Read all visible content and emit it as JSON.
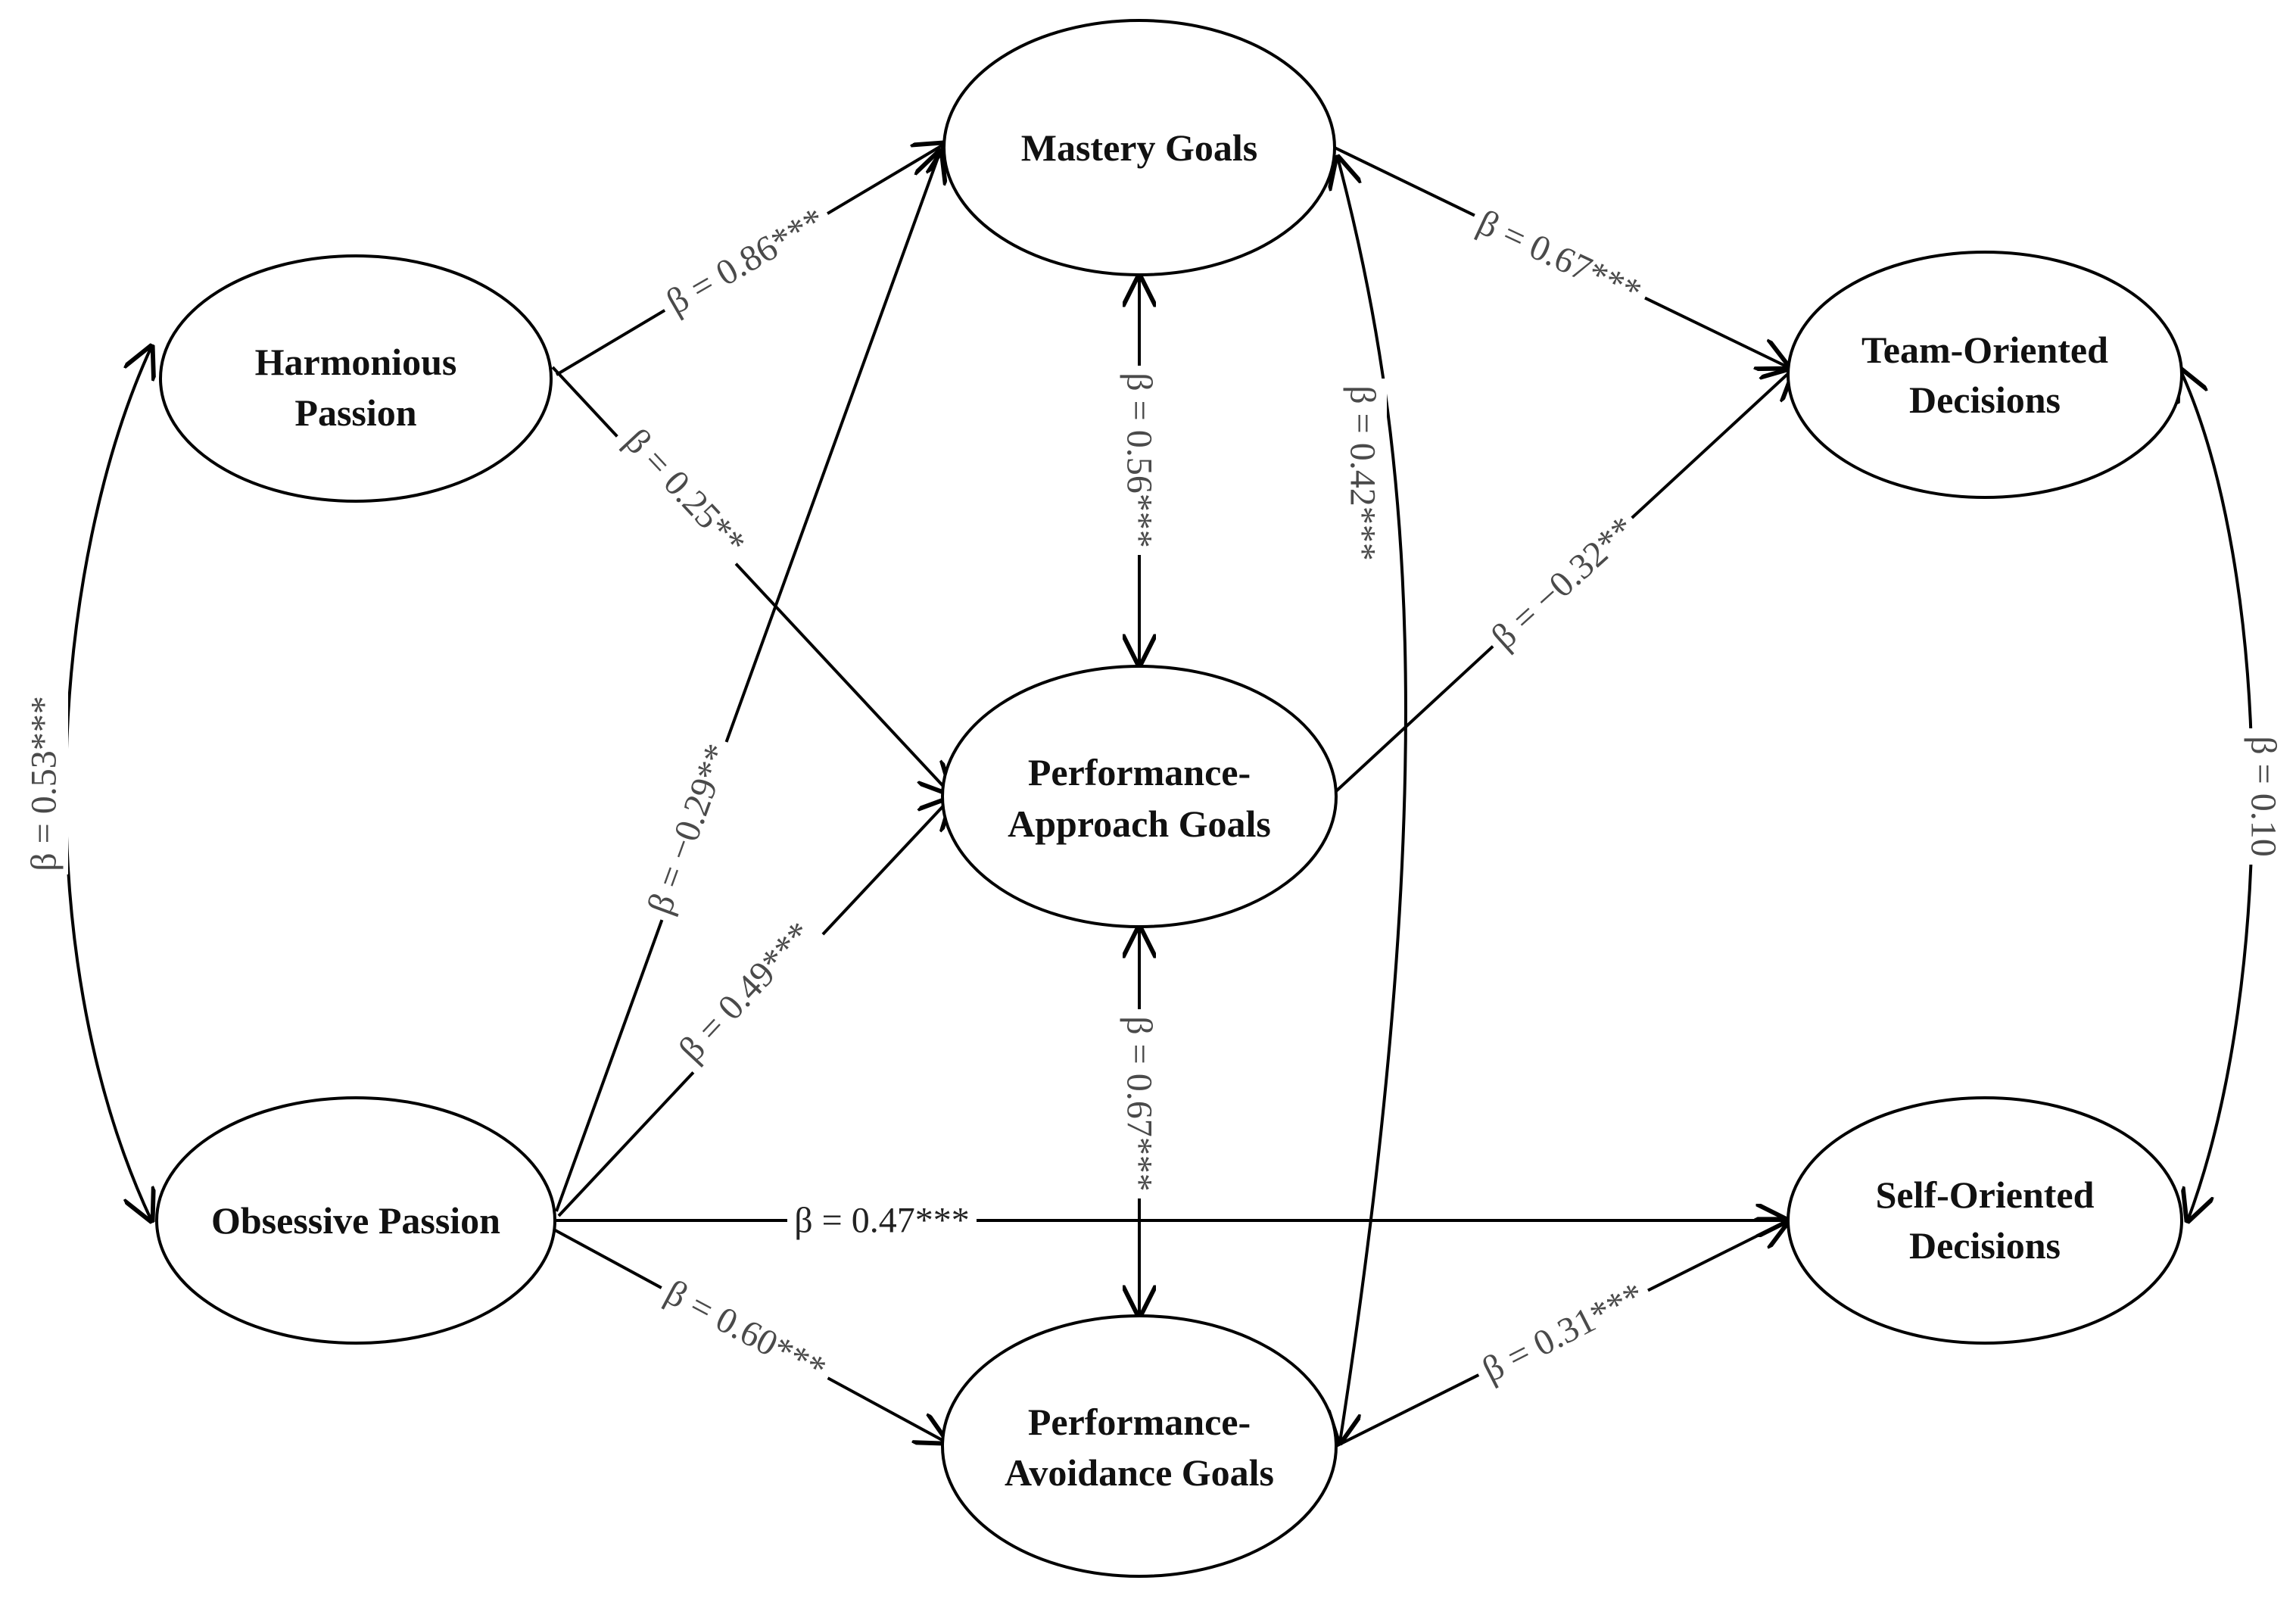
{
  "colors": {
    "node_stroke": "#000000",
    "node_fill": "#ffffff",
    "edge_stroke": "#000000",
    "label_text": "#4a4a4a",
    "label_text_horizontal": "#222222"
  },
  "nodes": {
    "harmonious_passion": {
      "line1": "Harmonious",
      "line2": "Passion"
    },
    "obsessive_passion": {
      "line1": "Obsessive Passion"
    },
    "mastery_goals": {
      "line1": "Mastery Goals"
    },
    "performance_approach_goals": {
      "line1": "Performance-",
      "line2": "Approach Goals"
    },
    "performance_avoidance_goals": {
      "line1": "Performance-",
      "line2": "Avoidance Goals"
    },
    "team_oriented_decisions": {
      "line1": "Team-Oriented",
      "line2": "Decisions"
    },
    "self_oriented_decisions": {
      "line1": "Self-Oriented",
      "line2": "Decisions"
    }
  },
  "edges": {
    "hp_op": {
      "from": "Harmonious Passion",
      "to": "Obsessive Passion",
      "type": "bidirectional",
      "label": "β = 0.53***"
    },
    "hp_mastery": {
      "from": "Harmonious Passion",
      "to": "Mastery Goals",
      "type": "directed",
      "label": "β = 0.86***"
    },
    "hp_approach": {
      "from": "Harmonious Passion",
      "to": "Performance-Approach Goals",
      "type": "directed",
      "label": "β = 0.25**"
    },
    "op_mastery": {
      "from": "Obsessive Passion",
      "to": "Mastery Goals",
      "type": "directed",
      "label": "β = −0.29**"
    },
    "op_approach": {
      "from": "Obsessive Passion",
      "to": "Performance-Approach Goals",
      "type": "directed",
      "label": "β = 0.49***"
    },
    "op_avoidance": {
      "from": "Obsessive Passion",
      "to": "Performance-Avoidance Goals",
      "type": "directed",
      "label": "β = 0.60***"
    },
    "op_self": {
      "from": "Obsessive Passion",
      "to": "Self-Oriented Decisions",
      "type": "directed",
      "label": "β = 0.47***"
    },
    "mastery_approach": {
      "from": "Mastery Goals",
      "to": "Performance-Approach Goals",
      "type": "bidirectional",
      "label": "β = 0.56***"
    },
    "approach_avoidance": {
      "from": "Performance-Approach Goals",
      "to": "Performance-Avoidance Goals",
      "type": "bidirectional",
      "label": "β = 0.67***"
    },
    "mastery_avoidance": {
      "from": "Mastery Goals",
      "to": "Performance-Avoidance Goals",
      "type": "bidirectional",
      "label": "β = 0.42***"
    },
    "mastery_team": {
      "from": "Mastery Goals",
      "to": "Team-Oriented Decisions",
      "type": "directed",
      "label": "β = 0.67***"
    },
    "approach_team": {
      "from": "Performance-Approach Goals",
      "to": "Team-Oriented Decisions",
      "type": "directed",
      "label": "β = −0.32**"
    },
    "avoidance_self": {
      "from": "Performance-Avoidance Goals",
      "to": "Self-Oriented Decisions",
      "type": "directed",
      "label": "β = 0.31***"
    },
    "team_self": {
      "from": "Team-Oriented Decisions",
      "to": "Self-Oriented Decisions",
      "type": "bidirectional",
      "label": "β = 0.10"
    }
  }
}
